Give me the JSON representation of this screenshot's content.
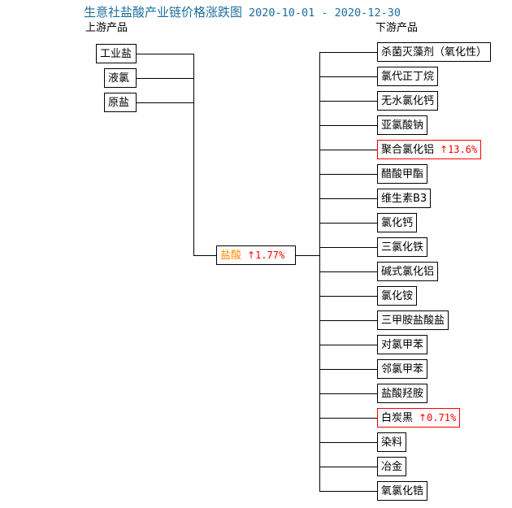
{
  "title": {
    "main": "生意社盐酸产业链价格涨跌图",
    "date_range": "2020-10-01 - 2020-12-30",
    "color": "#1c6fa0"
  },
  "headers": {
    "upstream": "上游产品",
    "downstream": "下游产品"
  },
  "center": {
    "label": "盐酸",
    "change": "1.77%",
    "arrow": "↑",
    "label_color": "#ff8c00",
    "change_color": "#ff0000",
    "border_color": "#000000"
  },
  "upstream": [
    {
      "label": "工业盐"
    },
    {
      "label": "液氯"
    },
    {
      "label": "原盐"
    }
  ],
  "downstream": [
    {
      "label": "杀菌灭藻剂（氧化性）"
    },
    {
      "label": "氯代正丁烷"
    },
    {
      "label": "无水氯化钙"
    },
    {
      "label": "亚氯酸钠"
    },
    {
      "label": "聚合氯化铝",
      "change": "13.6%",
      "arrow": "↑",
      "highlight": true
    },
    {
      "label": "醋酸甲酯"
    },
    {
      "label": "维生素B3"
    },
    {
      "label": "氯化钙"
    },
    {
      "label": "三氯化铁"
    },
    {
      "label": "碱式氯化铝"
    },
    {
      "label": "氯化铵"
    },
    {
      "label": "三甲胺盐酸盐"
    },
    {
      "label": "对氯甲苯"
    },
    {
      "label": "邻氯甲苯"
    },
    {
      "label": "盐酸羟胺"
    },
    {
      "label": "白炭黑",
      "change": "0.71%",
      "arrow": "↑",
      "highlight": true
    },
    {
      "label": "染料"
    },
    {
      "label": "冶金"
    },
    {
      "label": "氧氯化锆"
    }
  ]
}
